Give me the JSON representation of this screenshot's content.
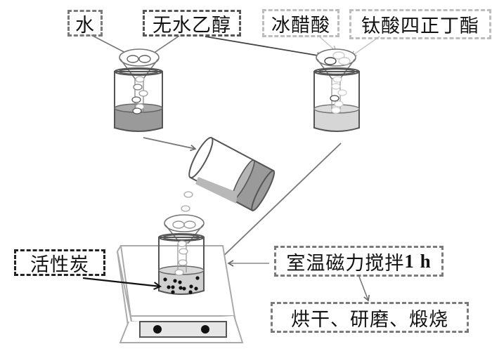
{
  "diagram": {
    "title": "",
    "reagents": {
      "water": "水",
      "ethanol": "无水乙醇",
      "acetic_acid": "冰醋酸",
      "tbot": "钛酸四正丁酯",
      "activated_carbon": "活性炭"
    },
    "steps": {
      "stir": "室温磁力搅拌",
      "stir_time": "1 h",
      "post": "烘干、研磨、煅烧"
    },
    "colors": {
      "solution_a": "#9a9a9a",
      "solution_b": "#d6d6d6",
      "line": "#555555",
      "light_line": "#c0c0c0",
      "plate": "#a8a8a8"
    },
    "flow": [
      {
        "from": "水",
        "to": "beaker-a"
      },
      {
        "from": "无水乙醇",
        "to": "beaker-a"
      },
      {
        "from": "无水乙醇",
        "to": "beaker-b"
      },
      {
        "from": "冰醋酸",
        "to": "beaker-b"
      },
      {
        "from": "钛酸四正丁酯",
        "to": "beaker-b"
      },
      {
        "from": "beaker-a",
        "to": "pouring-beaker"
      },
      {
        "from": "beaker-b",
        "to": "stirrer-beaker"
      },
      {
        "from": "活性炭",
        "to": "stirrer-beaker"
      },
      {
        "from": "室温磁力搅拌1 h",
        "to": "烘干、研磨、煅烧"
      }
    ]
  }
}
